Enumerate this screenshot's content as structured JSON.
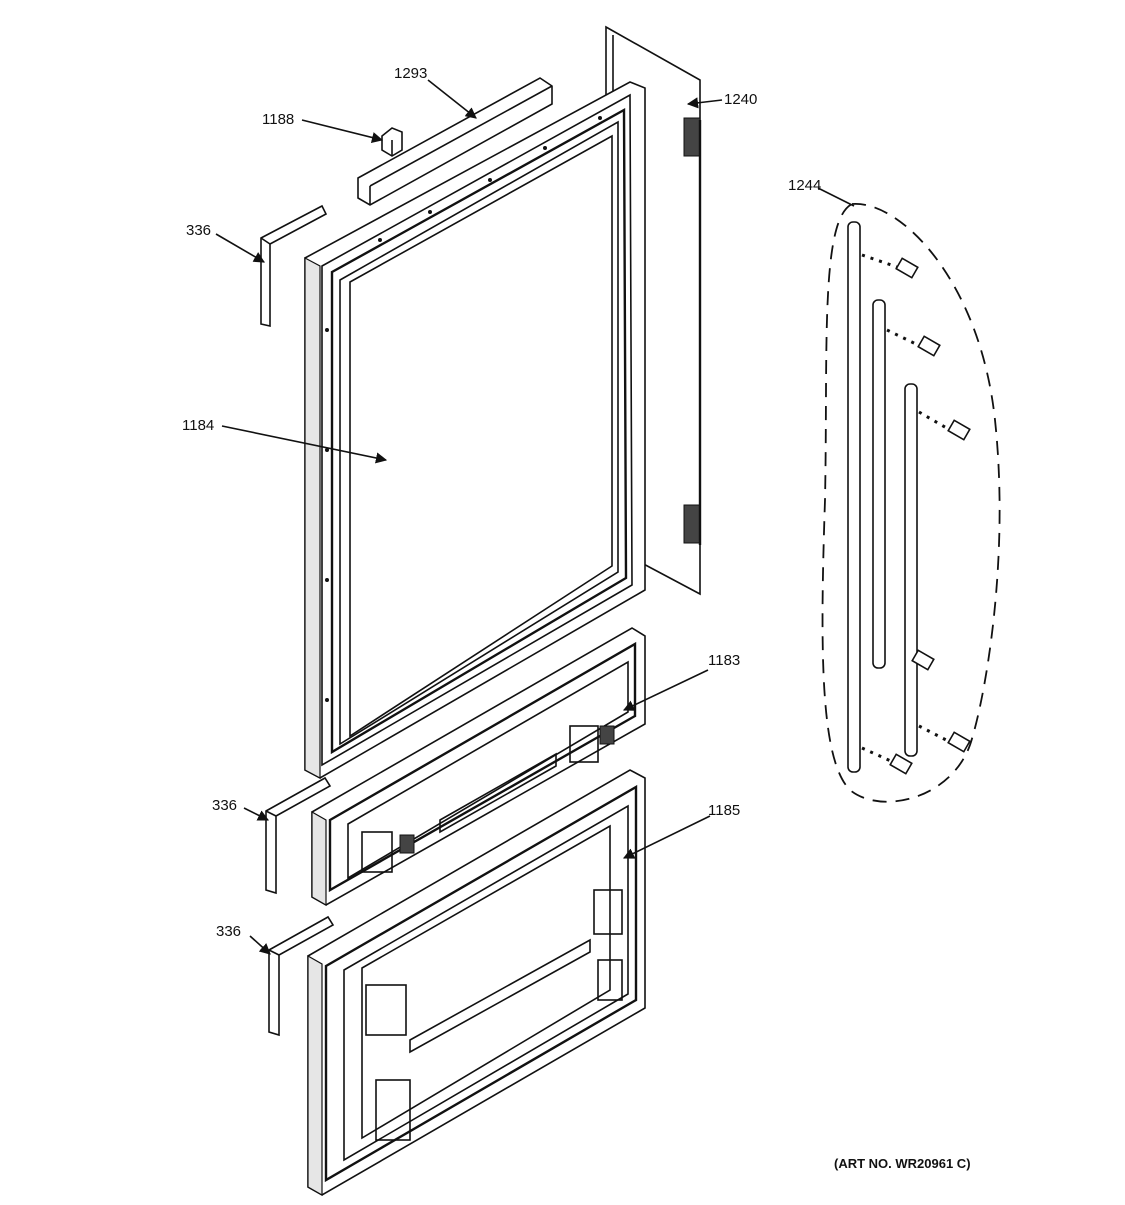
{
  "diagram": {
    "labels": {
      "p1293": "1293",
      "p1188": "1188",
      "p1240": "1240",
      "p336a": "336",
      "p1244": "1244",
      "p1184": "1184",
      "p1183": "1183",
      "p336b": "336",
      "p1185": "1185",
      "p336c": "336"
    },
    "art_number": "(ART NO. WR20961 C)"
  }
}
